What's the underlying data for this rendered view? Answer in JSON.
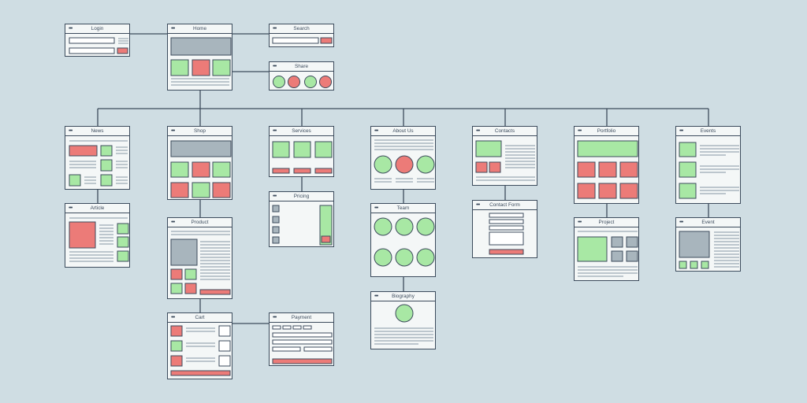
{
  "ui": {
    "window_dots": "•••",
    "colors": {
      "background": "#cfdde3",
      "window": "#f4f7f7",
      "outline": "#3c4b5c",
      "line": "#9aa8b4",
      "red": "#ec7b78",
      "green": "#a8e8a4",
      "gray": "#a8b5bd"
    }
  },
  "windows": {
    "login": "Login",
    "home": "Home",
    "search": "Search",
    "share": "Share",
    "news": "News",
    "article": "Article",
    "shop": "Shop",
    "product": "Product",
    "cart": "Cart",
    "payment": "Payment",
    "services": "Services",
    "pricing": "Pricing",
    "about": "About Us",
    "team": "Team",
    "biography": "Biography",
    "contacts": "Contacts",
    "contact_form": "Contact Form",
    "portfolio": "Portfolio",
    "project": "Project",
    "events": "Events",
    "event": "Event"
  }
}
